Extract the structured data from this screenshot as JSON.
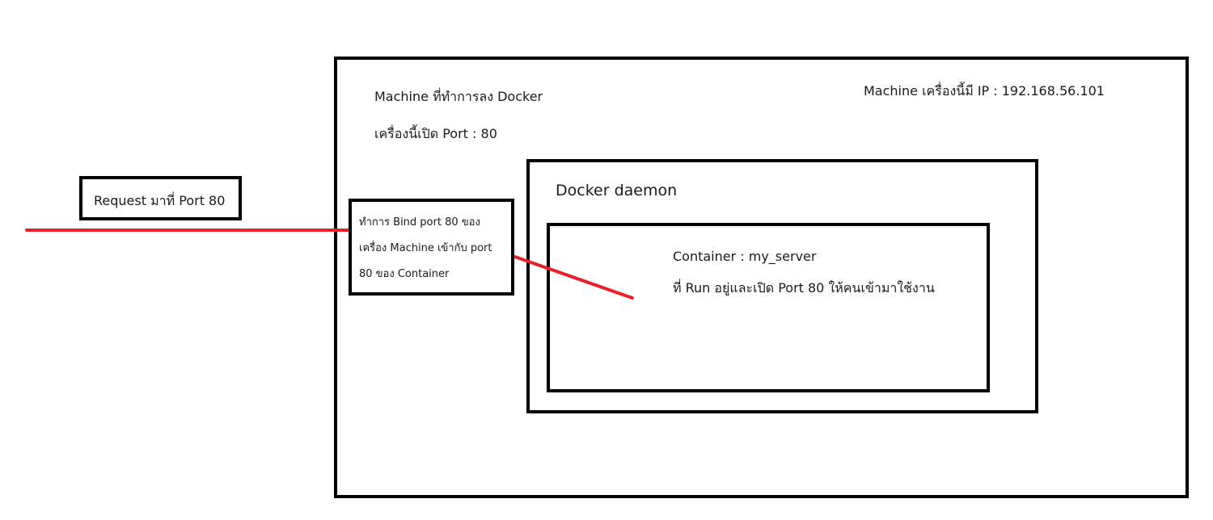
{
  "machine": {
    "title": "Machine ที่ทำการลง Docker",
    "port_text": "เครื่องนี้เปิด Port : 80",
    "ip_text": "Machine เครื่องนี้มี IP : 192.168.56.101"
  },
  "request": {
    "label": "Request มาที่ Port 80"
  },
  "bind": {
    "lines": [
      "ทำการ Bind port 80 ของ",
      "เครื่อง Machine เข้ากับ port",
      "80 ของ Container"
    ]
  },
  "daemon": {
    "title": "Docker daemon"
  },
  "container": {
    "name": "Container : my_server",
    "description": "ที่ Run อยู่และเปิด Port 80 ให้คนเข้ามาใช้งาน"
  },
  "colors": {
    "connector": "#e8202a",
    "border": "#000000"
  }
}
